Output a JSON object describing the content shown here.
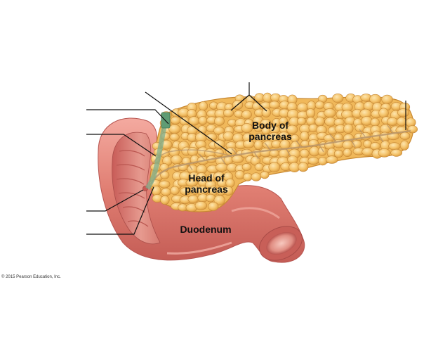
{
  "labels": {
    "body_line1": "Body of",
    "body_line2": "pancreas",
    "head_line1": "Head of",
    "head_line2": "pancreas",
    "duodenum": "Duodenum"
  },
  "copyright": "© 2015 Pearson Education, Inc.",
  "colors": {
    "pancreas": "#f3be62",
    "pancreas_dark": "#c9892b",
    "duodenum": "#df7f72",
    "duodenum_inner": "#d2675f",
    "duct": "#b8956a",
    "bile_duct": "#7fae8c",
    "leader_line": "#111111"
  }
}
